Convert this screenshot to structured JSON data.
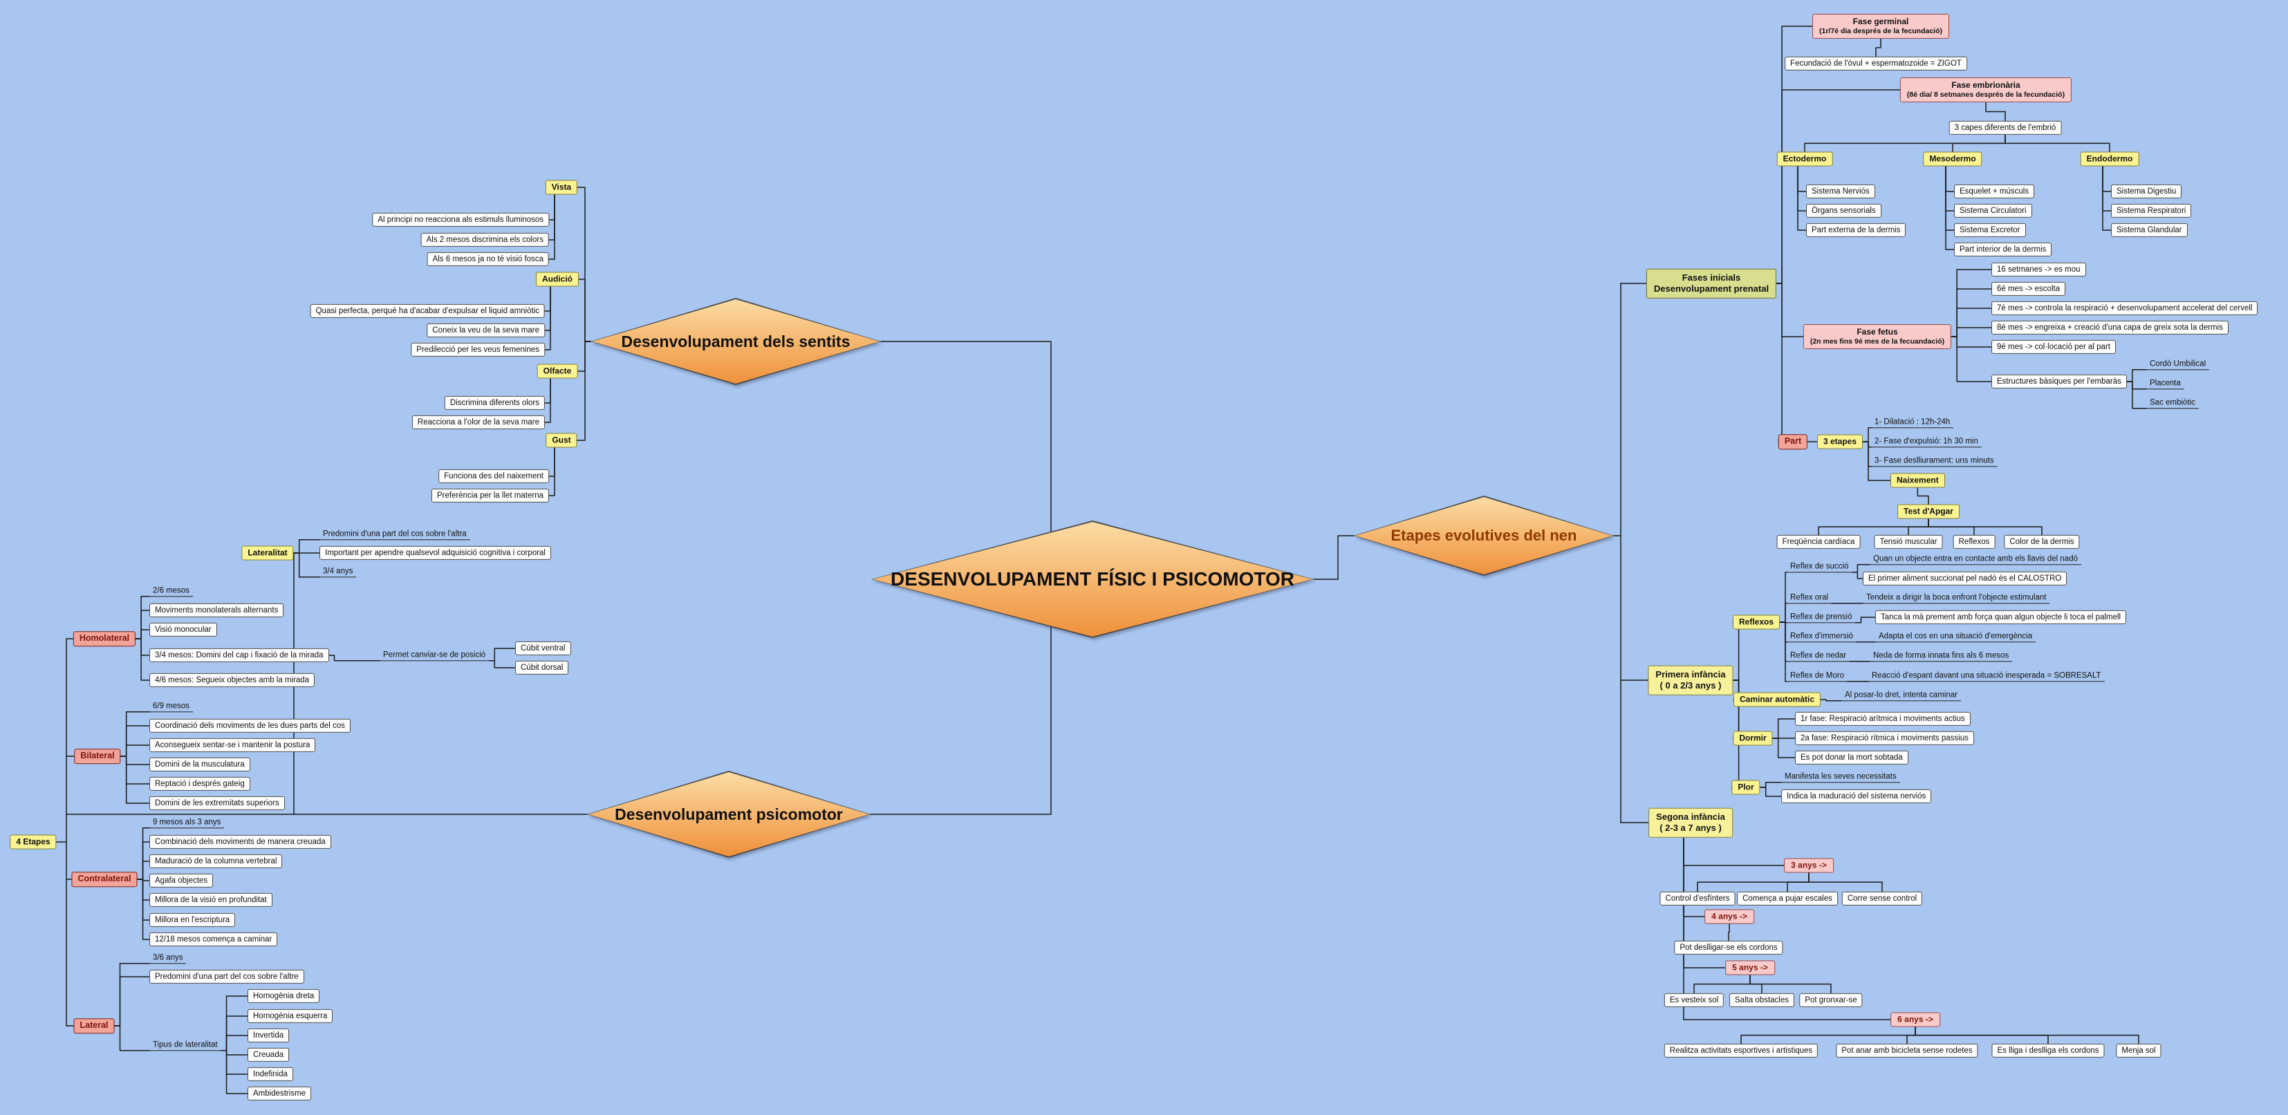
{
  "map": {
    "central": "DESENVOLUPAMENT FÍSIC I PSICOMOTOR",
    "sentits": {
      "title": "Desenvolupament dels sentits",
      "vista": {
        "title": "Vista",
        "items": [
          "Al principi no reacciona als estimuls lluminosos",
          "Als 2 mesos discrimina els colors",
          "Als 6 mesos ja no té visió fosca"
        ]
      },
      "audicio": {
        "title": "Audició",
        "items": [
          "Quasi perfecta, perquè ha d'acabar d'expulsar el liquid amniòtic",
          "Coneix la veu de la seva mare",
          "Predilecció per les veus femenines"
        ]
      },
      "olfacte": {
        "title": "Olfacte",
        "items": [
          "Discrimina diferents olors",
          "Reacciona a l'olor de la seva mare"
        ]
      },
      "gust": {
        "title": "Gust",
        "items": [
          "Funciona des del naixement",
          "Preferència per la llet materna"
        ]
      }
    },
    "psicomotor": {
      "title": "Desenvolupament psicomotor",
      "etapes_label": "4 Etapes",
      "lateralitat": {
        "title": "Lateralitat",
        "items": [
          "Predomini d'una part del cos sobre l'altra",
          "Important per apendre qualsevol adquisició cognitiva i corporal",
          "3/4 anys"
        ]
      },
      "homolateral": {
        "title": "Homolateral",
        "items": [
          "2/6 mesos",
          "Moviments monolaterals alternants",
          "Visió monocular",
          "3/4 mesos: Domini del cap i fixació de la mirada",
          "4/6 mesos: Segueix objectes amb la mirada"
        ],
        "posicio": "Permet canviar-se de posició",
        "cubits": [
          "Cúbit ventral",
          "Cúbit dorsal"
        ]
      },
      "bilateral": {
        "title": "Bilateral",
        "items": [
          "6/9 mesos",
          "Coordinació dels moviments de les dues parts del cos",
          "Aconsegueix sentar-se i mantenir la postura",
          "Domini de la musculatura",
          "Reptació i després gateig",
          "Domini de les extremitats superiors"
        ]
      },
      "contralateral": {
        "title": "Contralateral",
        "items": [
          "9 mesos als 3 anys",
          "Combinació dels moviments de manera creuada",
          "Maduració de la columna vertebral",
          "Agafa objectes",
          "Millora de la visió en profunditat",
          "Millora en l'escriptura",
          "12/18 mesos comença a caminar"
        ]
      },
      "lateral": {
        "title": "Lateral",
        "items": [
          "3/6 anys",
          "Predomini d'una part del cos sobre l'altre"
        ],
        "tipus_label": "Tipus de lateralitat",
        "tipus": [
          "Homogènia dreta",
          "Homogènia esquerra",
          "Invertida",
          "Creuada",
          "Indefinida",
          "Ambidestrisme"
        ]
      }
    },
    "etapes": {
      "title": "Etapes evolutives del nen",
      "prenatal": {
        "title1": "Fases inicials",
        "title2": "Desenvolupament prenatal",
        "germinal": {
          "t1": "Fase germinal",
          "t2": "(1r/7é dia després de la fecundació)",
          "item": "Fecundació de l'òvul + espermatozoide = ZIGOT"
        },
        "embrionaria": {
          "t1": "Fase embrionària",
          "t2": "(8é dia/ 8 setmanes després de la fecundació)",
          "capes": "3 capes diferents de l'embrió",
          "ectodermo": {
            "title": "Ectodermo",
            "items": [
              "Sistema Nerviós",
              "Òrgans sensorials",
              "Part externa de la dermis"
            ]
          },
          "mesodermo": {
            "title": "Mesodermo",
            "items": [
              "Esquelet + músculs",
              "Sistema Circulatori",
              "Sistema Excretor",
              "Part interior de la dermis"
            ]
          },
          "endodermo": {
            "title": "Endodermo",
            "items": [
              "Sistema Digestiu",
              "Sistema Respiratori",
              "Sistema Glandular"
            ]
          }
        },
        "fetus": {
          "t1": "Fase fetus",
          "t2": "(2n mes fins 9é mes de la fecuandació)",
          "items": [
            "16 setmanes -> es mou",
            "6é mes -> escolta",
            "7é mes -> controla la respiració + desenvolupament accelerat del cervell",
            "8é mes -> engreixa + creació d'una capa de greix sota la dermis",
            "9é mes -> col·locació per al part"
          ],
          "estructures": {
            "title": "Estructures bàsiques per l'embaràs",
            "items": [
              "Cordó Umbilical",
              "Placenta",
              "Sac embiòtic"
            ]
          }
        },
        "part": {
          "title": "Part",
          "etapes_label": "3 etapes",
          "items": [
            "1- Dilatació : 12h-24h",
            "2- Fase d'expulsió: 1h 30 min",
            "3- Fase deslliurament: uns minuts"
          ],
          "naixement": "Naixement"
        }
      },
      "apgar": {
        "title": "Test d'Apgar",
        "items": [
          "Freqüència cardíaca",
          "Tensió muscular",
          "Reflexos",
          "Color de la dermis"
        ]
      },
      "primera": {
        "t1": "Primera infància",
        "t2": "( 0 a 2/3 anys )",
        "reflexos": {
          "title": "Reflexos",
          "items": [
            {
              "name": "Reflex de succió",
              "desc": "Quan un objecte entra en contacte amb els llavis del nadó",
              "desc2": "El primer aliment succionat pel nadó és el CALOSTRO"
            },
            {
              "name": "Reflex oral",
              "desc": "Tendeix a dirigir la boca enfront l'objecte estimulant"
            },
            {
              "name": "Reflex de prensió",
              "desc": "Tanca la mà prement amb força quan algun objecte li toca el palmell"
            },
            {
              "name": "Reflex d'immersió",
              "desc": "Adapta el cos en una situació d'emergència"
            },
            {
              "name": "Reflex de nedar",
              "desc": "Neda de forma innata fins als 6 mesos"
            },
            {
              "name": "Reflex de Moro",
              "desc": "Reacció d'espant davant una situació inesperada = SOBRESALT"
            }
          ]
        },
        "caminar": {
          "title": "Caminar automàtic",
          "desc": "Al posar-lo dret, intenta caminar"
        },
        "dormir": {
          "title": "Dormir",
          "items": [
            "1r fase: Respiració arítmica i moviments actius",
            "2a fase: Respiració rítmica i moviments passius",
            "Es pot donar la mort sobtada"
          ]
        },
        "plor": {
          "title": "Plor",
          "items": [
            "Manifesta les seves necessitats",
            "Indica la maduració del sistema nerviós"
          ]
        }
      },
      "segona": {
        "t1": "Segona infància",
        "t2": "( 2-3 a 7 anys )",
        "grups": [
          {
            "edat": "3 anys ->",
            "items": [
              "Control d'esfínters",
              "Comença a pujar escales",
              "Corre sense control"
            ]
          },
          {
            "edat": "4 anys ->",
            "items": [
              "Pot deslligar-se els cordons"
            ]
          },
          {
            "edat": "5 anys ->",
            "items": [
              "Es vesteix sol",
              "Salta obstacles",
              "Pot gronxar-se"
            ]
          },
          {
            "edat": "6 anys ->",
            "items": [
              "Realitza activitats esportives i artistiques",
              "Pot anar amb bicicleta sense rodetes",
              "Es lliga i deslliga els cordons",
              "Menja sol"
            ]
          }
        ]
      }
    }
  },
  "colors": {
    "background": "#A8C6EF",
    "line": "#1B1B1B",
    "diamond_top": "#FBDCA4",
    "diamond_bottom": "#EF913B",
    "yellow": "#FAF391",
    "olive": "#D9DE8F",
    "big_yellow": "#F7F19C",
    "pink": "#F8CACA",
    "red_bg": "#F2A39A",
    "red_text": "#7E150C",
    "box_bg": "#FDFDFD"
  }
}
